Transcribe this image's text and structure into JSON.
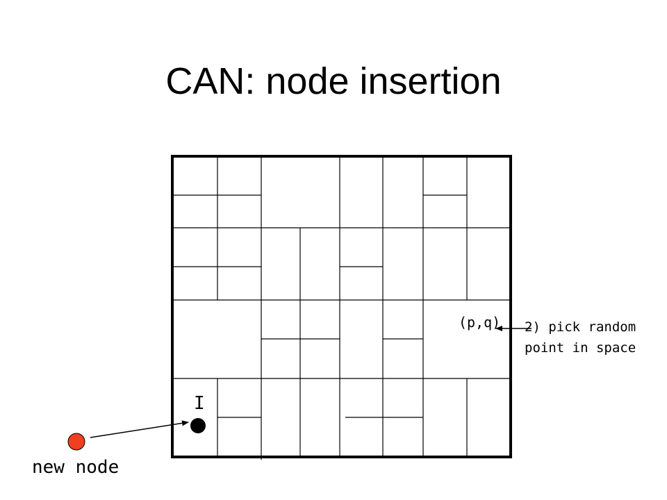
{
  "slide": {
    "title": "CAN: node insertion"
  },
  "labels": {
    "point": "(p,q)",
    "step_line1": "2) pick random",
    "step_line2": "point in space",
    "bootstrap": "I",
    "new_node": "new node"
  },
  "colors": {
    "new_node_fill": "#f04020",
    "bootstrap_fill": "#000000",
    "grid_stroke": "#000000"
  }
}
